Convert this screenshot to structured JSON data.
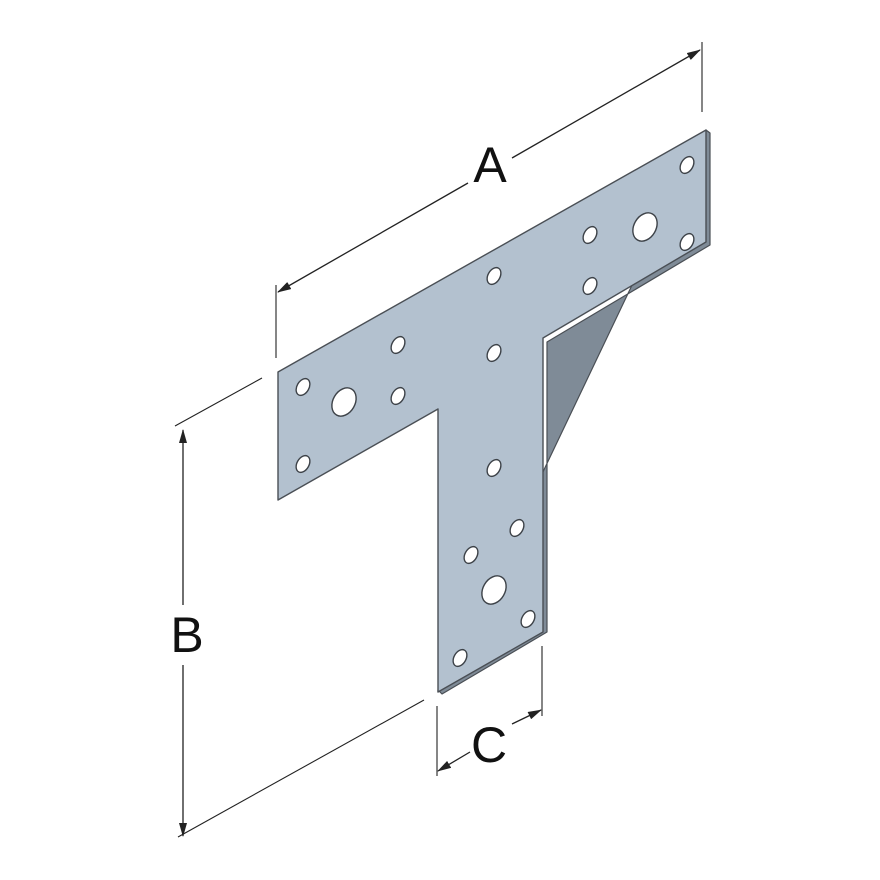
{
  "dimensions": {
    "a": "A",
    "b": "B",
    "c": "C"
  },
  "colors": {
    "plate_face": "#b3c1cf",
    "plate_edge": "#7f8b97",
    "outline": "#4a4f55",
    "dimension_line": "#222222",
    "background": "#ffffff"
  }
}
